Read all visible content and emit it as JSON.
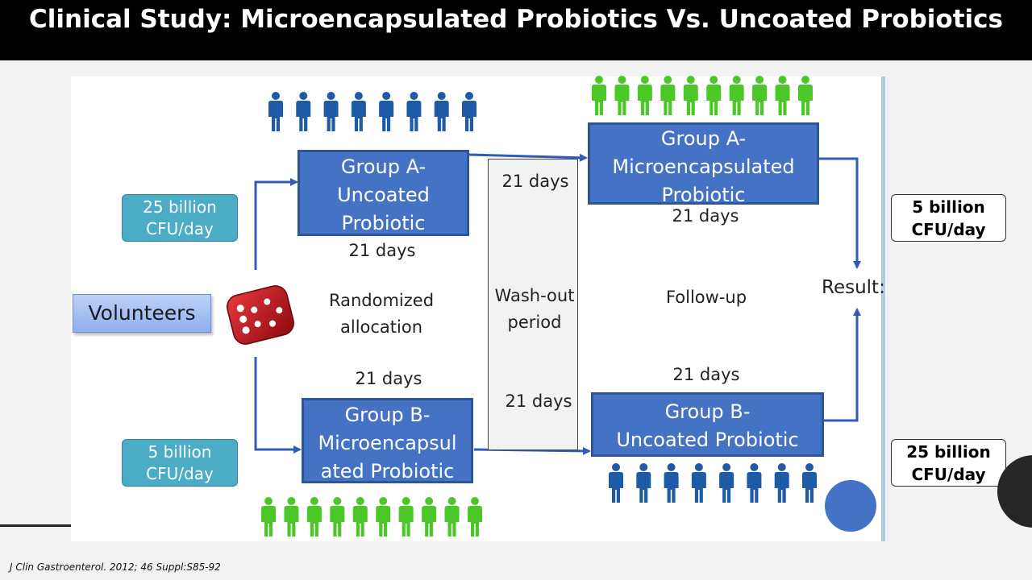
{
  "slide": {
    "title": "Clinical Study: Microencapsulated Probiotics Vs. Uncoated Probiotics",
    "citation": "J Clin Gastroenterol.  2012; 46 Suppl:S85-92"
  },
  "diagram": {
    "volunteers": "Volunteers",
    "randomized": [
      "Randomized",
      "allocation"
    ],
    "washout": [
      "Wash-out",
      "period"
    ],
    "followup": "Follow-up",
    "result": "Result:",
    "phase1_group_a": [
      "Group A-",
      "Uncoated",
      "Probiotic"
    ],
    "phase1_group_b": [
      "Group B-",
      "Microencapsul",
      "ated Probiotic"
    ],
    "phase2_group_a": [
      "Group A-",
      "Microencapsulated",
      "Probiotic"
    ],
    "phase2_group_b": [
      "Group B-",
      "Uncoated Probiotic"
    ],
    "days_label": "21 days",
    "dose_left_top": [
      "25 billion",
      "CFU/day"
    ],
    "dose_left_bottom": [
      "5 billion",
      "CFU/day"
    ],
    "dose_right_top": [
      "5 billion",
      "CFU/day"
    ],
    "dose_right_bottom": [
      "25 billion",
      "CFU/day"
    ],
    "colors": {
      "box_fill": "#4472c4",
      "box_border": "#2f5597",
      "arrow": "#2e5cb8",
      "person_blue": "#1f5aa6",
      "person_green": "#4cc728",
      "dose_teal": "#4bacc6",
      "dice": "#c0141c"
    },
    "icons": [
      "person-icon",
      "dice-icon"
    ]
  }
}
